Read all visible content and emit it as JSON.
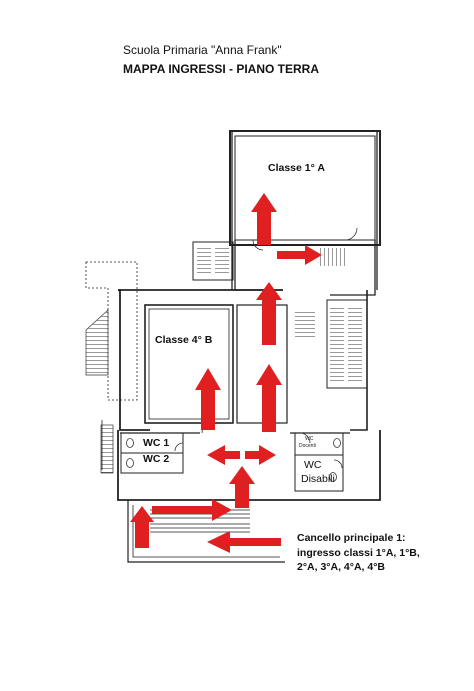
{
  "header": {
    "school": "Scuola Primaria \"Anna Frank\"",
    "map_title": "MAPPA INGRESSI - PIANO TERRA"
  },
  "rooms": {
    "classe_1a": "Classe 1° A",
    "classe_4b": "Classe 4° B",
    "wc1": "WC 1",
    "wc2": "WC 2",
    "wc_docenti_a": "WC",
    "wc_docenti_b": "Docenti",
    "wc_disabili_a": "WC",
    "wc_disabili_b": "Disabili"
  },
  "caption": {
    "line1": "Cancello principale 1:",
    "line2": "ingresso classi 1°A, 1°B,",
    "line3": "2°A, 3°A, 4°A, 4°B"
  },
  "colors": {
    "arrow": "#e02020",
    "wall": "#222222",
    "hatch": "#444444"
  },
  "icons": [
    "arrow-up-icon",
    "arrow-right-icon",
    "arrow-left-icon",
    "toilet-icon",
    "stairs-icon",
    "door-swing-icon"
  ]
}
